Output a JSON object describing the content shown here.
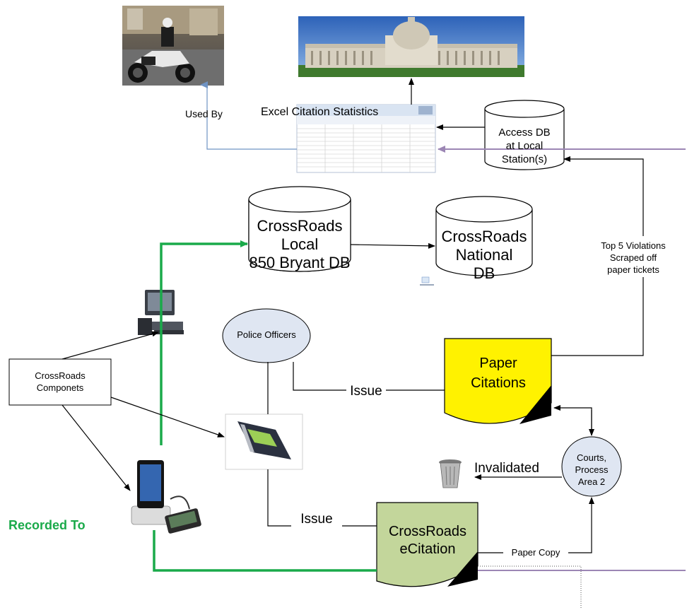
{
  "labels": {
    "used_by": "Used By",
    "excel_title": "Excel Citation Statistics",
    "access_db": [
      "Access DB",
      "at Local",
      "Station(s)"
    ],
    "crossroads_local": [
      "CrossRoads",
      "Local",
      "850 Bryant DB"
    ],
    "crossroads_national": [
      "CrossRoads",
      "National",
      "DB"
    ],
    "top_violations": [
      "Top 5 Violations",
      "Scraped off",
      "paper tickets"
    ],
    "police_officers": "Police Officers",
    "crossroads_components": [
      "CrossRoads",
      "Componets"
    ],
    "issue_top": "Issue",
    "issue_bottom": "Issue",
    "paper_citations": [
      "Paper",
      "Citations"
    ],
    "courts": [
      "Courts,",
      "Process",
      "Area 2"
    ],
    "invalidated": "Invalidated",
    "recorded_to": "Recorded To",
    "ecitation": [
      "CrossRoads",
      "eCitation"
    ],
    "paper_copy": "Paper Copy"
  },
  "colors": {
    "green_flow": "#1aaa4a",
    "purple_flow": "#9c86b4",
    "blue_arrow": "#6f93c3",
    "officers_fill": "#dfe6f2",
    "courts_fill": "#dfe6f2",
    "paper_citations_fill": "#fff200",
    "ecitation_fill": "#c3d69b",
    "recorded_to_text": "#1aaa4a"
  },
  "icons": {
    "photo_motorcycle": "police-motorcycle-photo",
    "photo_city_hall": "city-hall-photo",
    "spreadsheet": "excel-spreadsheet-thumbnail",
    "desktop_computer": "desktop-computer-icon",
    "handheld_device": "handheld-citation-device-icon",
    "ipod_dock": "ipod-dock-printer-icon",
    "trash_can": "trash-can-icon"
  }
}
